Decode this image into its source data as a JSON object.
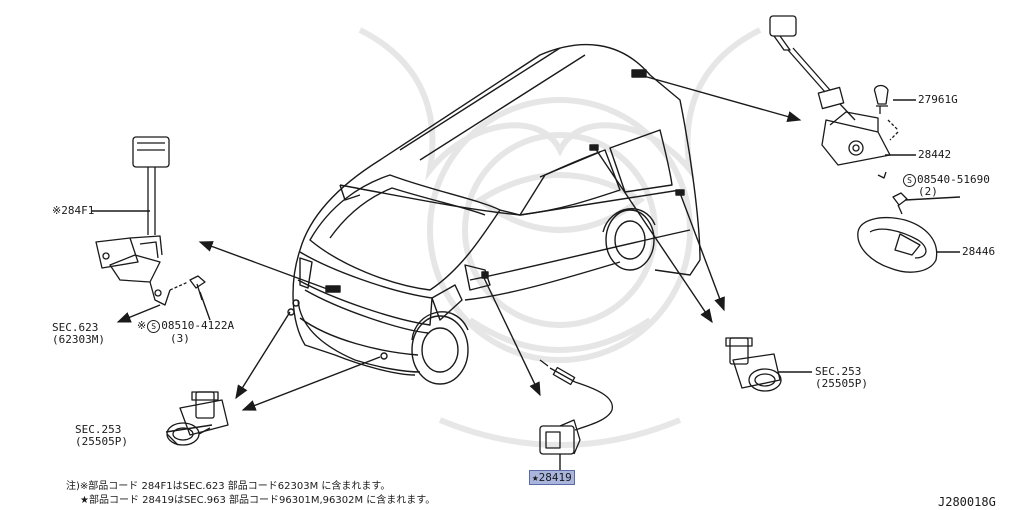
{
  "labels": {
    "cam_rear": "※284F1",
    "sec623": "SEC.623",
    "sec623_sub": "(62303M)",
    "bolt_rear_prefix": "※",
    "bolt_rear_symbol": "S",
    "bolt_rear": "08510-4122A",
    "bolt_rear_qty": "(3)",
    "sec253_left": "SEC.253",
    "sec253_left_sub": "(25505P)",
    "sec253_right": "SEC.253",
    "sec253_right_sub": "(25505P)",
    "clip": "27961G",
    "camera_front": "28442",
    "bolt_front_symbol": "S",
    "bolt_front": "08540-51690",
    "bolt_front_qty": "(2)",
    "cover": "28446",
    "side_camera": "★28419",
    "code": "J280018G"
  },
  "notes": {
    "line1": "注)※部品コード 284F1はSEC.623 部品コード62303M に含まれます。",
    "line2": "★部品コード 28419はSEC.963 部品コード96301M,96302M に含まれます。"
  },
  "colors": {
    "highlight": "#aab5de",
    "line": "#1a1a1a",
    "watermark": "#e6e6e6"
  }
}
